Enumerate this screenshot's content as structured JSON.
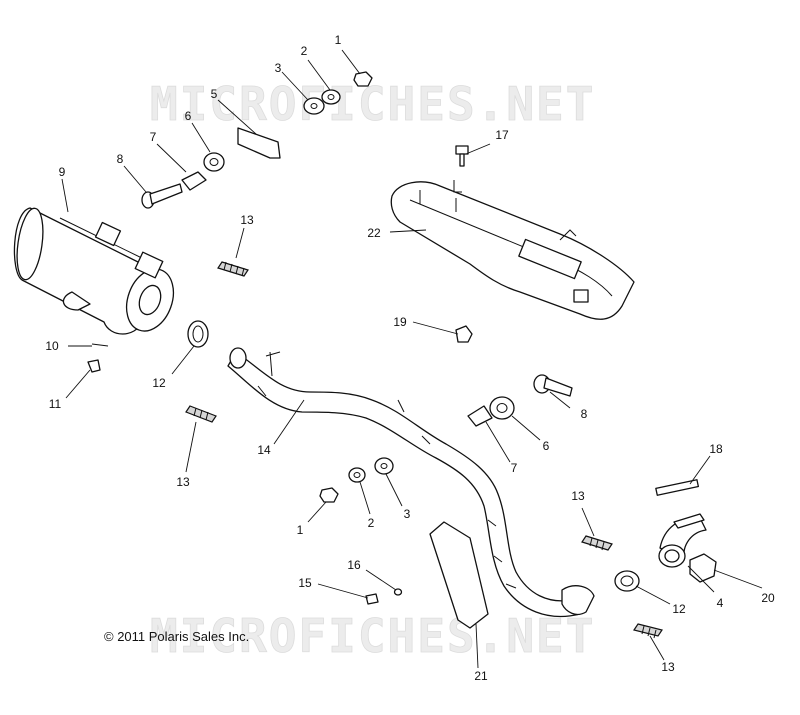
{
  "watermark": "MICROFICHES.NET",
  "copyright": "© 2011 Polaris Sales Inc.",
  "callouts": [
    "1",
    "2",
    "3",
    "5",
    "6",
    "7",
    "8",
    "9",
    "13",
    "10",
    "11",
    "12",
    "13",
    "14",
    "17",
    "22",
    "19",
    "8",
    "6",
    "7",
    "18",
    "13",
    "1",
    "2",
    "3",
    "16",
    "15",
    "4",
    "20",
    "12",
    "13",
    "21"
  ],
  "colors": {
    "line": "#111111",
    "watermark": "#dcdcdc",
    "background": "#ffffff"
  }
}
